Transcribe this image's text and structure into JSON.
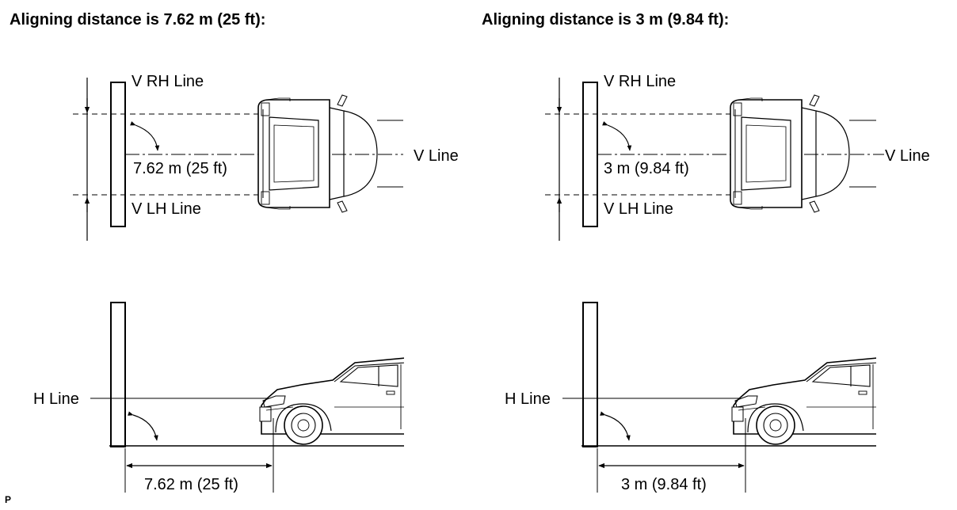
{
  "panels": [
    {
      "heading": "Aligning distance is 7.62 m (25 ft):",
      "rh_label": "V RH Line",
      "lh_label": "V LH Line",
      "v_label": "V Line",
      "h_label": "H Line",
      "distance_top": "7.62 m (25 ft)",
      "distance_bottom": "7.62 m (25 ft)"
    },
    {
      "heading": "Aligning distance is 3 m (9.84 ft):",
      "rh_label": "V RH Line",
      "lh_label": "V LH Line",
      "v_label": "V Line",
      "h_label": "H Line",
      "distance_top": "3 m (9.84 ft)",
      "distance_bottom": "3 m (9.84 ft)"
    }
  ],
  "footer_mark": "P"
}
